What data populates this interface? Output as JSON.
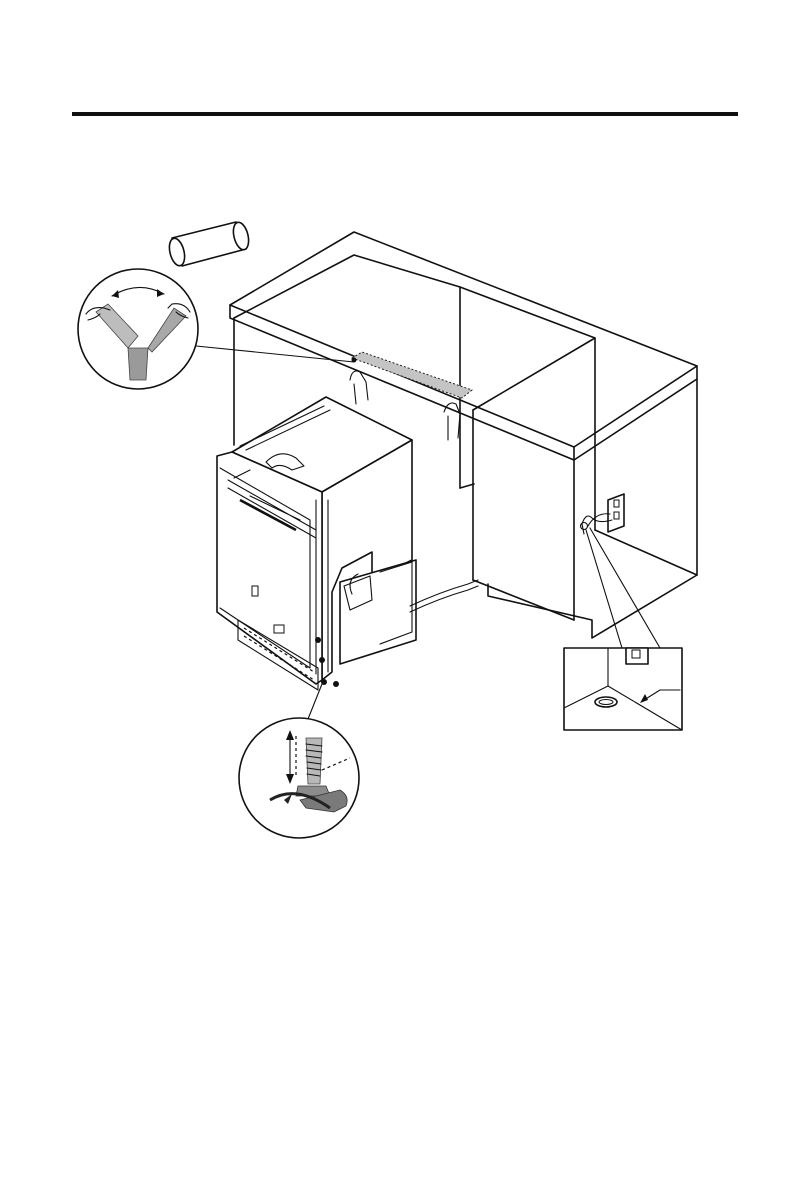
{
  "page": {
    "header_rule": true
  },
  "illustration": {
    "callouts": [
      {
        "name": "tape-peel-detail",
        "icon": "y-tape-peel-icon"
      },
      {
        "name": "leveling-foot-detail",
        "icon": "adjustable-foot-wrench-icon"
      },
      {
        "name": "hose-hole-detail",
        "icon": "cabinet-hole-icon"
      }
    ],
    "colors": {
      "line": "#111111",
      "tape_fill": "#bdbdbd",
      "tape_dark": "#8c8c8c"
    }
  }
}
